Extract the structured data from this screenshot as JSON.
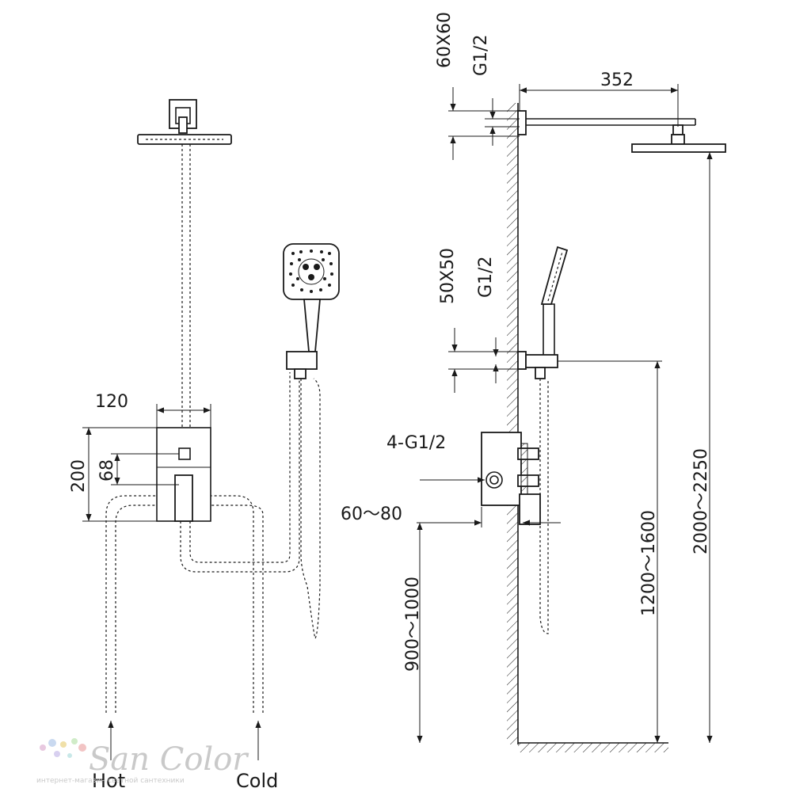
{
  "front_view": {
    "dim_width": "120",
    "dim_height": "200",
    "dim_offset": "68",
    "label_hot": "Hot",
    "label_cold": "Cold"
  },
  "side_view": {
    "dim_arm_length": "352",
    "dim_top_flange": "60X60",
    "dim_top_thread": "G1/2",
    "dim_mid_flange": "50X50",
    "dim_mid_thread": "G1/2",
    "dim_valve_ports": "4-G1/2",
    "dim_valve_depth": "60～80",
    "dim_valve_height": "900～1000",
    "dim_holder_height": "1200～1600",
    "dim_head_height": "2000～2250"
  },
  "watermark": {
    "brand": "San Color",
    "tagline": "интернет-магазин светной сантехники"
  }
}
